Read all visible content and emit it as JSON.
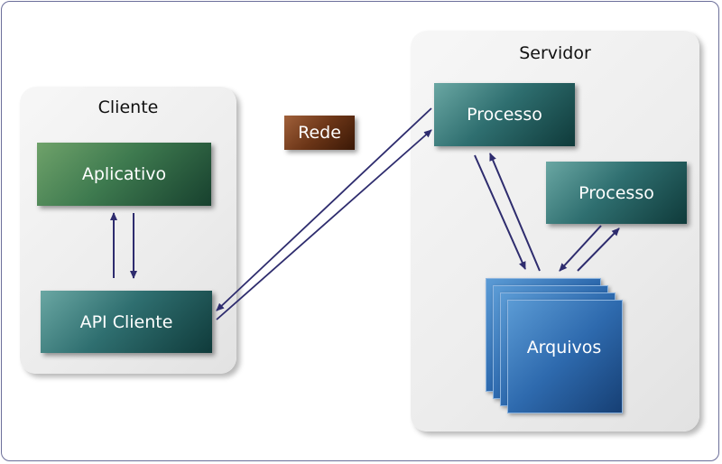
{
  "groups": {
    "cliente": {
      "title": "Cliente"
    },
    "servidor": {
      "title": "Servidor"
    }
  },
  "boxes": {
    "aplicativo": "Aplicativo",
    "api_cliente": "API Cliente",
    "rede": "Rede",
    "processo_1": "Processo",
    "processo_2": "Processo",
    "arquivos": "Arquivos"
  },
  "colors": {
    "frame_border": "#6b6e99",
    "arrow": "#2e2c6e"
  },
  "arrows": [
    {
      "from": "aplicativo",
      "to": "api_cliente"
    },
    {
      "from": "api_cliente",
      "to": "aplicativo"
    },
    {
      "from": "api_cliente",
      "to": "processo_1"
    },
    {
      "from": "processo_1",
      "to": "api_cliente"
    },
    {
      "from": "processo_1",
      "to": "arquivos"
    },
    {
      "from": "arquivos",
      "to": "processo_1"
    },
    {
      "from": "processo_2",
      "to": "arquivos"
    },
    {
      "from": "arquivos",
      "to": "processo_2"
    }
  ]
}
